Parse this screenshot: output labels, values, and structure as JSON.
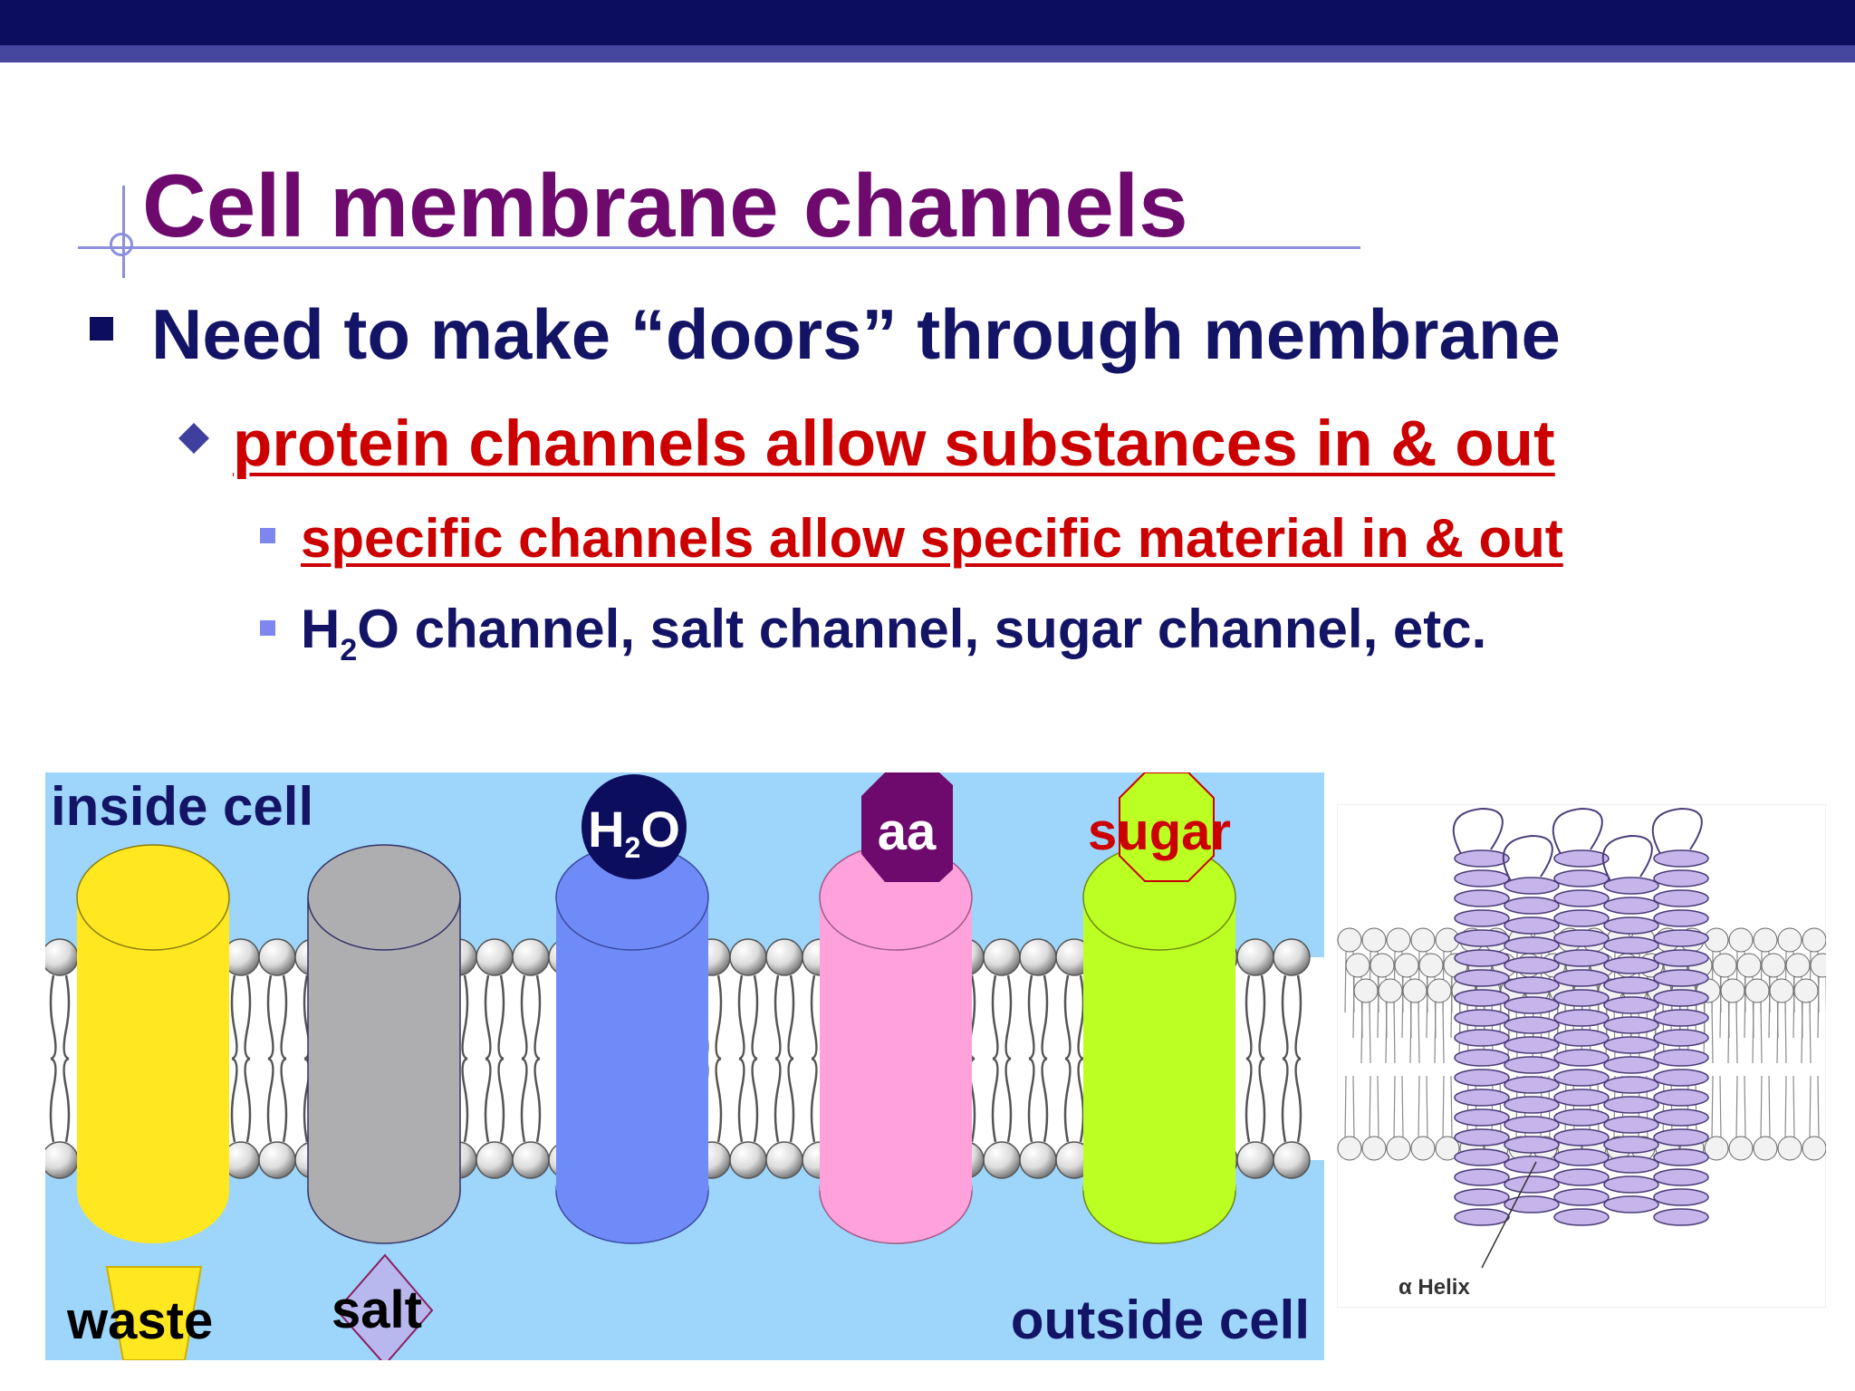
{
  "slide": {
    "title": "Cell membrane channels",
    "bullet_1": "Need to make “doors” through membrane",
    "bullet_2": "protein channels allow substances in & out",
    "bullet_3": "specific channels allow specific material in & out",
    "bullet_4_pre": "H",
    "bullet_4_sub": "2",
    "bullet_4_post": "O channel, salt channel, sugar channel, etc."
  },
  "diagram": {
    "inside_label": "inside cell",
    "outside_label": "outside cell",
    "h2o_label_h": "H",
    "h2o_label_sub": "2",
    "h2o_label_o": "O",
    "aa_label": "aa",
    "sugar_label": "sugar",
    "waste_label": "waste",
    "salt_label": "salt"
  },
  "helix_figure": {
    "label": "α Helix"
  },
  "colors": {
    "title": "#6e0a6e",
    "bullet_text": "#141466",
    "red_text": "#cc0000",
    "diagram_bg": "#9dd5fb",
    "channel_yellow": "#ffe81f",
    "channel_gray": "#aeaeb1",
    "channel_blue": "#6f8bf7",
    "channel_pink": "#ffa2dc",
    "channel_green": "#bcff23",
    "helix_purple": "#c5b5ea"
  }
}
